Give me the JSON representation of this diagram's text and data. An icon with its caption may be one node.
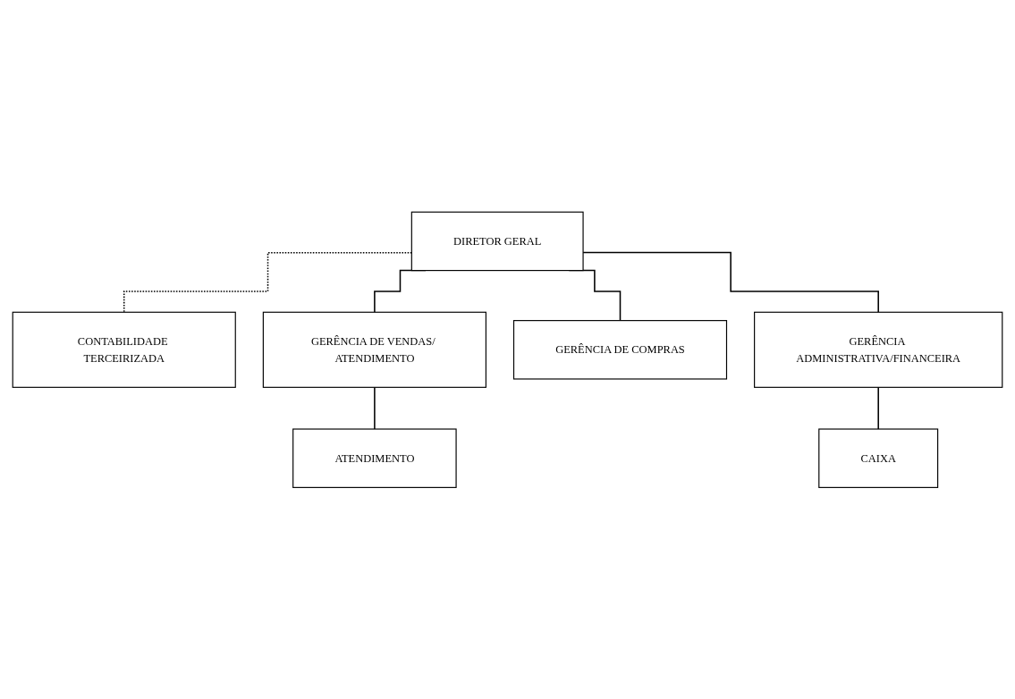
{
  "diagram": {
    "nodes": [
      {
        "text": [
          "DIRETOR GERAL"
        ]
      },
      {
        "text": [
          "CONTABILIDADE TERCEIRIZADA"
        ]
      },
      {
        "text": [
          "GERÊNCIA DE VENDAS/ ATENDIMENTO"
        ]
      },
      {
        "text": [
          "GERÊNCIA DE COMPRAS"
        ]
      },
      {
        "text": [
          "GERÊNCIA ADMINISTRATIVA/FINANCEIRA"
        ]
      },
      {
        "text": [
          "ATENDIMENTO"
        ]
      },
      {
        "text": [
          "CAIXA"
        ]
      }
    ],
    "edges": [
      {
        "from": 0,
        "to": 1,
        "arrow": "none",
        "style": "dashed"
      },
      {
        "from": 0,
        "to": 2,
        "arrow": "none"
      },
      {
        "from": 0,
        "to": 3,
        "arrow": "none"
      },
      {
        "from": 0,
        "to": 4,
        "arrow": "none"
      },
      {
        "from": 2,
        "to": 5,
        "arrow": "none"
      },
      {
        "from": 4,
        "to": 6,
        "arrow": "none"
      }
    ]
  }
}
